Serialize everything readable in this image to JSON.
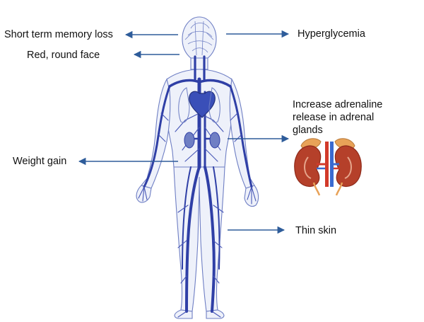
{
  "colors": {
    "vessel": "#2f3fa6",
    "vessel_light": "#6f7fc4",
    "body_fill": "#eef1fa",
    "arrow": "#2e5c9a",
    "kidney": "#b5402a",
    "kidney_dark": "#8e2a1a",
    "adrenal": "#e8a258",
    "aorta": "#d23a2a",
    "vena_cava": "#3a6ad0",
    "text": "#111111"
  },
  "labels": {
    "memory_loss": "Short term memory loss",
    "round_face": "Red, round face",
    "hyperglycemia": "Hyperglycemia",
    "adrenaline": "Increase adrenaline release in adrenal glands",
    "weight_gain": "Weight gain",
    "thin_skin": "Thin skin"
  },
  "icons": {
    "figure": "circulatory-system-figure-icon",
    "kidneys": "kidneys-adrenal-glands-icon"
  }
}
